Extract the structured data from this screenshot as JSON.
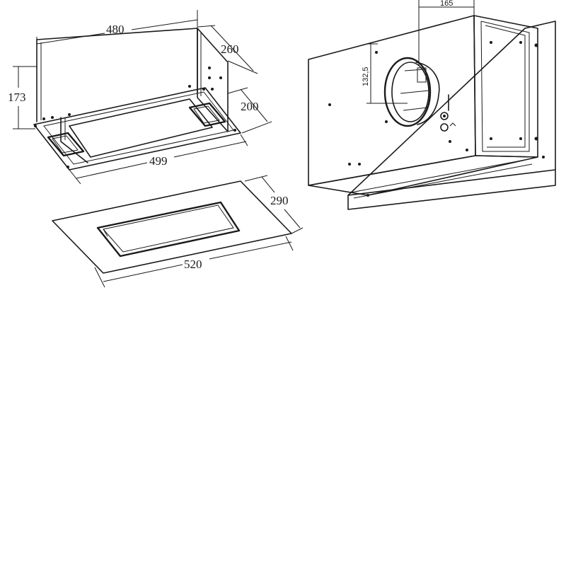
{
  "figure": {
    "dimensions": {
      "hood_width_top": "480",
      "hood_depth_top": "260",
      "hood_height": "173",
      "hood_depth_bottom": "200",
      "hood_width_bottom": "499",
      "panel_depth": "290",
      "panel_width": "520",
      "outlet_offset_horizontal": "165",
      "outlet_offset_vertical": "132,5"
    }
  }
}
